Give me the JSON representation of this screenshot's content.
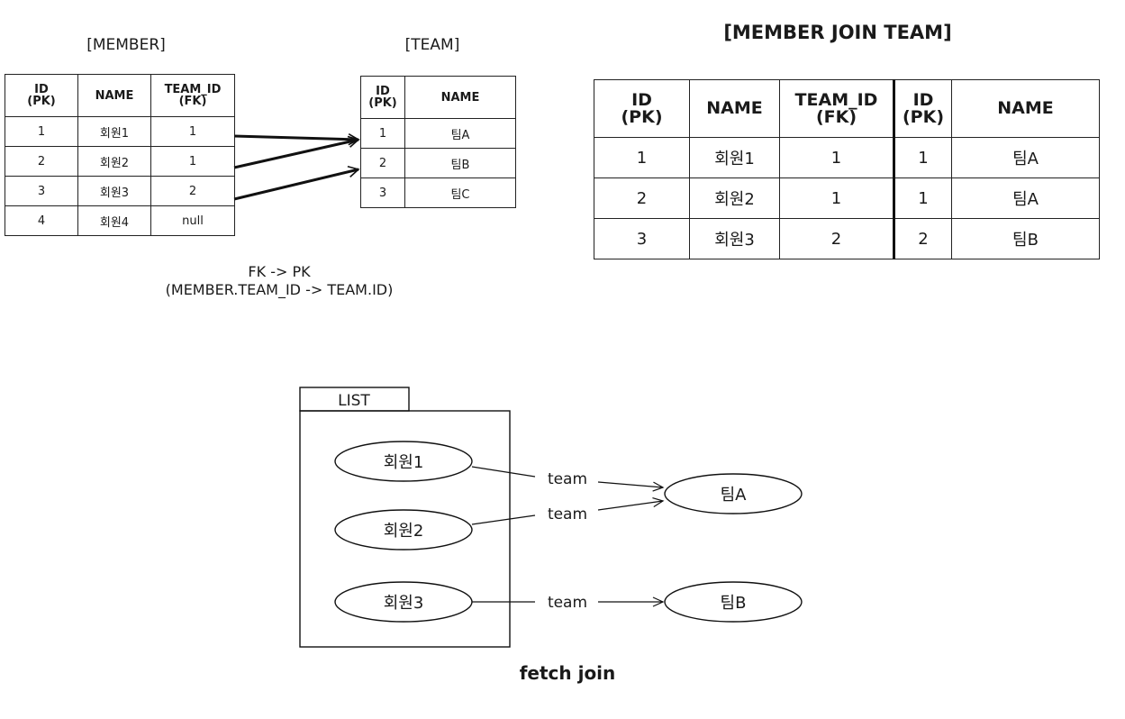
{
  "member_table": {
    "caption": "[MEMBER]",
    "headers": [
      [
        "ID",
        "(PK)"
      ],
      [
        "NAME"
      ],
      [
        "TEAM_ID",
        "(FK)"
      ]
    ],
    "rows": [
      [
        "1",
        "회원1",
        "1"
      ],
      [
        "2",
        "회원2",
        "1"
      ],
      [
        "3",
        "회원3",
        "2"
      ],
      [
        "4",
        "회원4",
        "null"
      ]
    ]
  },
  "team_table": {
    "caption": "[TEAM]",
    "headers": [
      [
        "ID",
        "(PK)"
      ],
      [
        "NAME"
      ]
    ],
    "rows": [
      [
        "1",
        "팀A"
      ],
      [
        "2",
        "팀B"
      ],
      [
        "3",
        "팀C"
      ]
    ]
  },
  "fk_note": {
    "line1": "FK -> PK",
    "line2": "(MEMBER.TEAM_ID -> TEAM.ID)"
  },
  "join_table": {
    "caption": "[MEMBER JOIN TEAM]",
    "headers": [
      [
        "ID",
        "(PK)"
      ],
      [
        "NAME"
      ],
      [
        "TEAM_ID",
        "(FK)"
      ],
      [
        "ID",
        "(PK)"
      ],
      [
        "NAME"
      ]
    ],
    "rows": [
      [
        "1",
        "회원1",
        "1",
        "1",
        "팀A"
      ],
      [
        "2",
        "회원2",
        "1",
        "1",
        "팀A"
      ],
      [
        "3",
        "회원3",
        "2",
        "2",
        "팀B"
      ]
    ]
  },
  "object_graph": {
    "list_label": "LIST",
    "members": [
      "회원1",
      "회원2",
      "회원3"
    ],
    "teams": [
      "팀A",
      "팀B"
    ],
    "edge_label": "team",
    "caption": "fetch join"
  }
}
